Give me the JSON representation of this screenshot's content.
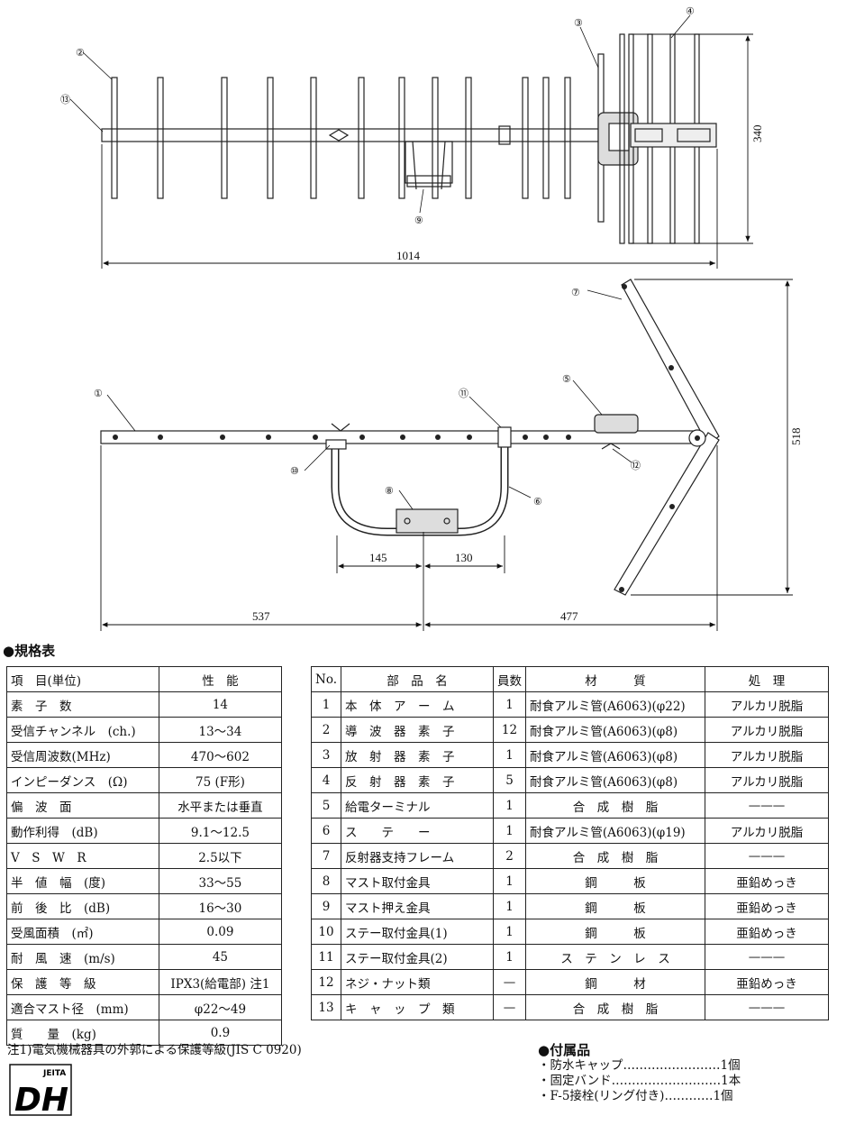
{
  "dimensions": {
    "height_top": "340",
    "length_total": "1014",
    "height_side": "518",
    "mount_left": "145",
    "mount_right": "130",
    "length_front": "537",
    "length_rear": "477"
  },
  "callouts": [
    "①",
    "②",
    "③",
    "④",
    "⑤",
    "⑥",
    "⑦",
    "⑧",
    "⑨",
    "⑩",
    "⑪",
    "⑫",
    "⑬"
  ],
  "spec": {
    "title": "●規格表",
    "header": [
      "項　目(単位)",
      "性　能"
    ],
    "rows": [
      {
        "item": "素　子　数",
        "value": "14"
      },
      {
        "item": "受信チャンネル　(ch.)",
        "value": "13〜34"
      },
      {
        "item": "受信周波数(MHz)",
        "value": "470〜602"
      },
      {
        "item": "インピーダンス　(Ω)",
        "value": "75 (F形)"
      },
      {
        "item": "偏　波　面",
        "value": "水平または垂直"
      },
      {
        "item": "動作利得　(dB)",
        "value": "9.1〜12.5"
      },
      {
        "item": "V　S　W　R",
        "value": "2.5以下"
      },
      {
        "item": "半　値　幅　(度)",
        "value": "33〜55"
      },
      {
        "item": "前　後　比　(dB)",
        "value": "16〜30"
      },
      {
        "item": "受風面積　(㎡)",
        "value": "0.09"
      },
      {
        "item": "耐　風　速　(m/s)",
        "value": "45"
      },
      {
        "item": "保　護　等　級",
        "value": "IPX3(給電部) 注1"
      },
      {
        "item": "適合マスト径　(mm)",
        "value": "φ22〜49"
      },
      {
        "item": "質　　量　(kg)",
        "value": "0.9"
      }
    ]
  },
  "parts": {
    "header": [
      "No.",
      "部　品　名",
      "員数",
      "材　　　質",
      "処　理"
    ],
    "rows": [
      {
        "no": "1",
        "name": "本　体　ア　ー　ム",
        "qty": "1",
        "material": "耐食アルミ管(A6063)(φ22)",
        "treat": "アルカリ脱脂"
      },
      {
        "no": "2",
        "name": "導　波　器　素　子",
        "qty": "12",
        "material": "耐食アルミ管(A6063)(φ8)",
        "treat": "アルカリ脱脂"
      },
      {
        "no": "3",
        "name": "放　射　器　素　子",
        "qty": "1",
        "material": "耐食アルミ管(A6063)(φ8)",
        "treat": "アルカリ脱脂"
      },
      {
        "no": "4",
        "name": "反　射　器　素　子",
        "qty": "5",
        "material": "耐食アルミ管(A6063)(φ8)",
        "treat": "アルカリ脱脂"
      },
      {
        "no": "5",
        "name": "給電ターミナル",
        "qty": "1",
        "material": "合　成　樹　脂",
        "treat": "———"
      },
      {
        "no": "6",
        "name": "ス　　テ　　ー",
        "qty": "1",
        "material": "耐食アルミ管(A6063)(φ19)",
        "treat": "アルカリ脱脂"
      },
      {
        "no": "7",
        "name": "反射器支持フレーム",
        "qty": "2",
        "material": "合　成　樹　脂",
        "treat": "———"
      },
      {
        "no": "8",
        "name": "マスト取付金具",
        "qty": "1",
        "material": "鋼　　　板",
        "treat": "亜鉛めっき"
      },
      {
        "no": "9",
        "name": "マスト押え金具",
        "qty": "1",
        "material": "鋼　　　板",
        "treat": "亜鉛めっき"
      },
      {
        "no": "10",
        "name": "ステー取付金具(1)",
        "qty": "1",
        "material": "鋼　　　板",
        "treat": "亜鉛めっき"
      },
      {
        "no": "11",
        "name": "ステー取付金具(2)",
        "qty": "1",
        "material": "ス　テ　ン　レ　ス",
        "treat": "———"
      },
      {
        "no": "12",
        "name": "ネジ・ナット類",
        "qty": "—",
        "material": "鋼　　　材",
        "treat": "亜鉛めっき"
      },
      {
        "no": "13",
        "name": "キ　ャ　ッ　プ　類",
        "qty": "—",
        "material": "合　成　樹　脂",
        "treat": "———"
      }
    ]
  },
  "note": "注1)電気機械器具の外郭による保護等級(JIS C 0920)",
  "accessories": {
    "title": "●付属品",
    "items": [
      "・防水キャップ……………………1個",
      "・固定バンド………………………1本",
      "・F-5接栓(リング付き)…………1個"
    ]
  },
  "logo": {
    "top": "JEITA",
    "mark": "DH"
  }
}
